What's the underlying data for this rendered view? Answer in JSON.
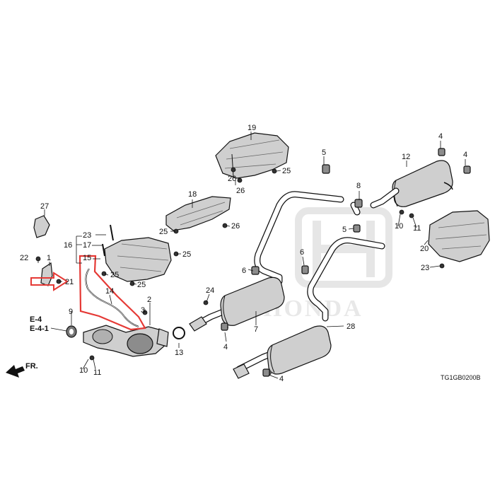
{
  "diagram": {
    "watermark": "HONDA",
    "diagram_code": "TG1GB0200B",
    "front_indicator": "FR.",
    "references": [
      "E-4",
      "E-4-1"
    ],
    "highlight_color": "#e53935",
    "callouts": {
      "c1": "1",
      "c2": "2",
      "c3": "3",
      "c4a": "4",
      "c4b": "4",
      "c4c": "4",
      "c4d": "4",
      "c5a": "5",
      "c5b": "5",
      "c6a": "6",
      "c6b": "6",
      "c7": "7",
      "c8": "8",
      "c9": "9",
      "c10a": "10",
      "c10b": "10",
      "c11a": "11",
      "c11b": "11",
      "c12": "12",
      "c13": "13",
      "c14": "14",
      "c15": "15",
      "c16": "16",
      "c17": "17",
      "c18": "18",
      "c19": "19",
      "c20": "20",
      "c21": "21",
      "c22": "22",
      "c23a": "23",
      "c23b": "23",
      "c24": "24",
      "c25a": "25",
      "c25b": "25",
      "c25c": "25",
      "c25d": "25",
      "c25e": "25",
      "c26a": "26",
      "c26b": "26",
      "c26c": "26",
      "c27": "27",
      "c28": "28"
    }
  }
}
